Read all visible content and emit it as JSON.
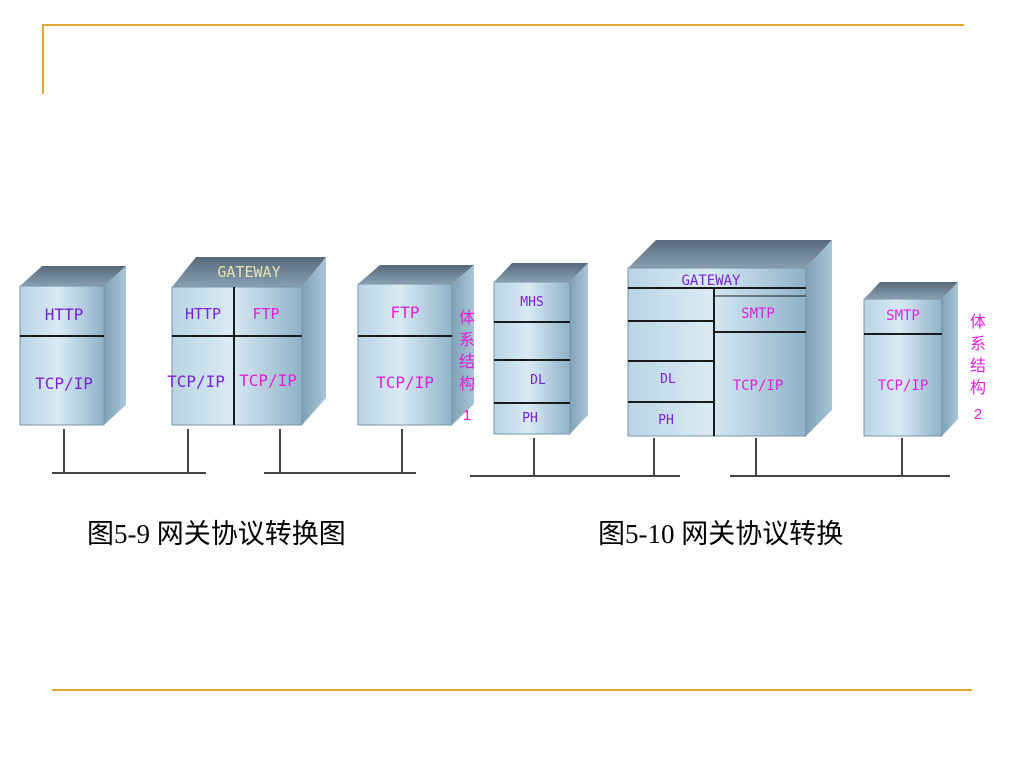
{
  "colors": {
    "accent_rule": "#e0a830",
    "blue_label": "#7a22d6",
    "magenta_label": "#e020d8"
  },
  "fig9": {
    "left_host": {
      "top": "HTTP",
      "bottom": "TCP/IP"
    },
    "gateway": {
      "title": "GATEWAY",
      "top_left": "HTTP",
      "top_right": "FTP",
      "bottom_left": "TCP/IP",
      "bottom_right": "TCP/IP"
    },
    "right_host": {
      "top": "FTP",
      "bottom": "TCP/IP"
    },
    "side_label": [
      "体",
      "系",
      "结",
      "构",
      "1"
    ],
    "caption": "图5-9 网关协议转换图"
  },
  "fig10": {
    "left_host": {
      "top": "MHS",
      "mid": "DL",
      "bottom": "PH"
    },
    "gateway": {
      "title": "GATEWAY",
      "left_mid": "DL",
      "left_bottom": "PH",
      "right_top": "SMTP",
      "right_bottom": "TCP/IP"
    },
    "right_host": {
      "top": "SMTP",
      "bottom": "TCP/IP"
    },
    "side_label": [
      "体",
      "系",
      "结",
      "构",
      "2"
    ],
    "caption": "图5-10 网关协议转换"
  }
}
